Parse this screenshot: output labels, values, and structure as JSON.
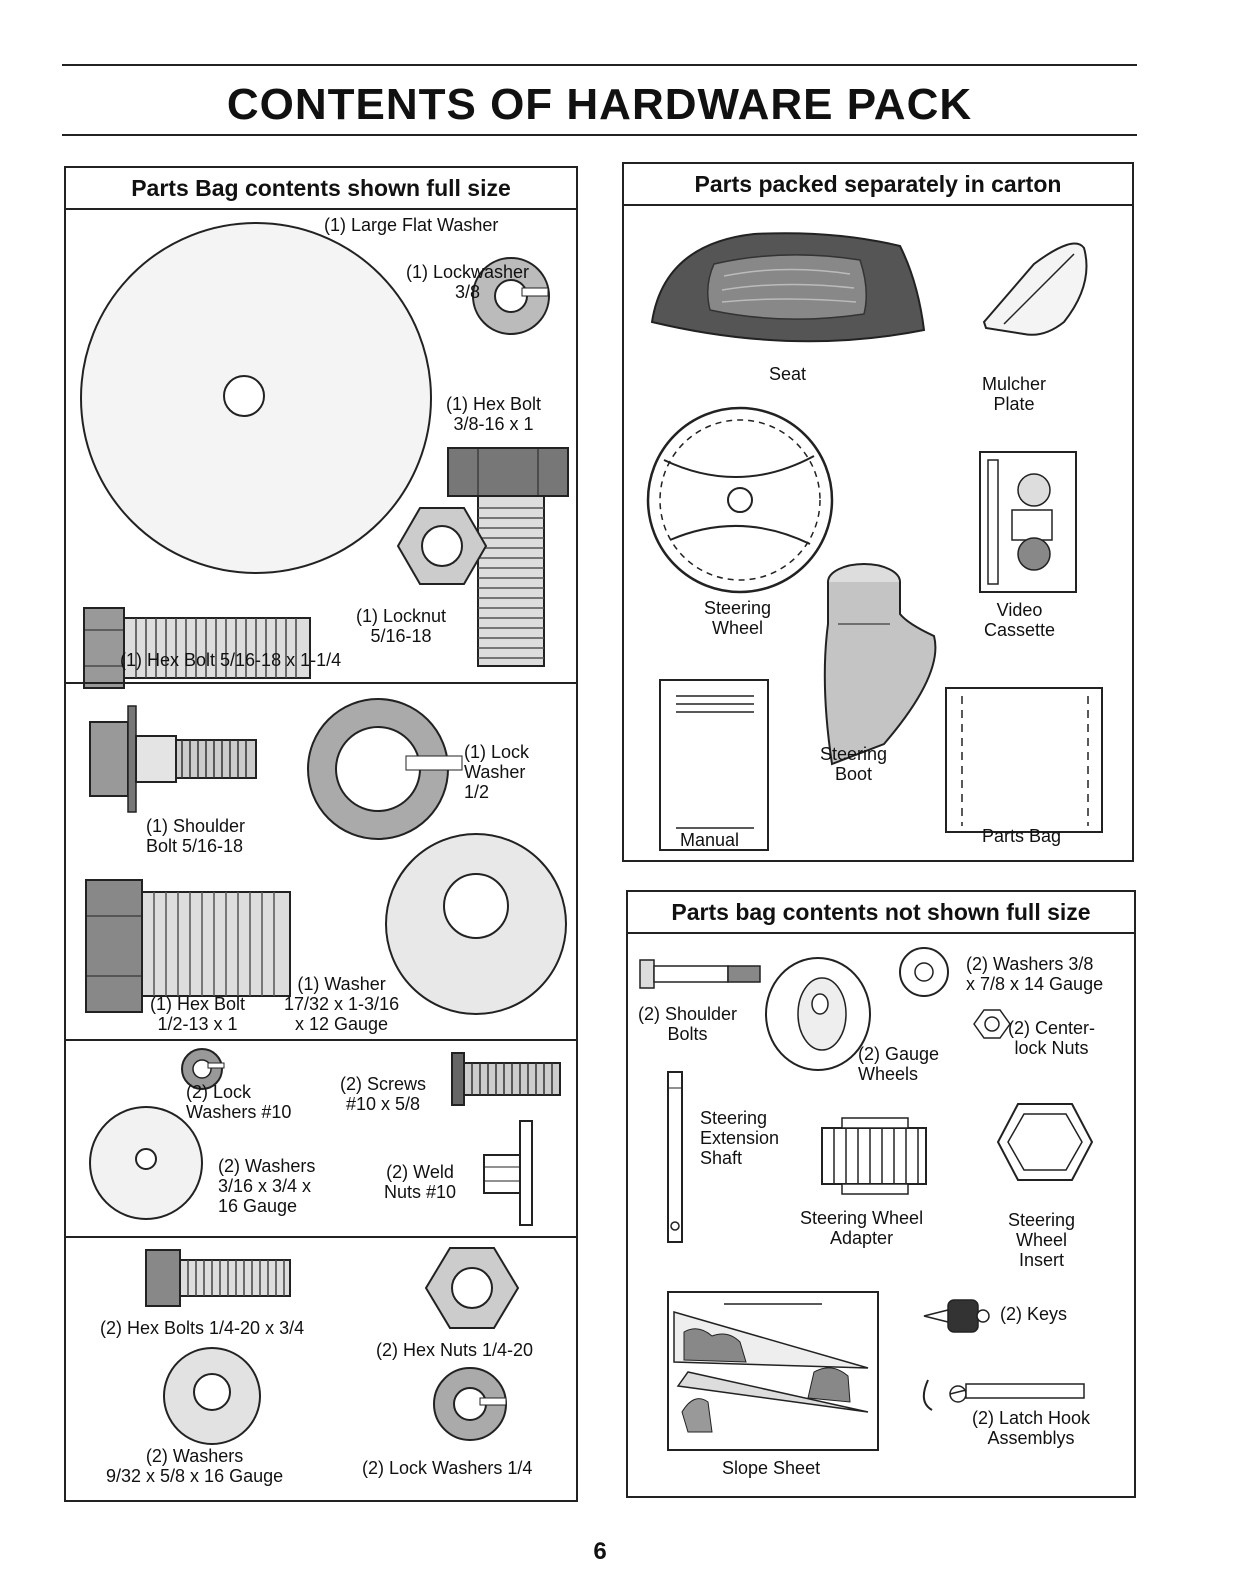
{
  "page": {
    "title": "CONTENTS OF HARDWARE PACK",
    "page_number": "6"
  },
  "left_panel": {
    "heading": "Parts Bag contents shown full size",
    "items": {
      "large_flat_washer": "(1) Large Flat Washer",
      "lockwasher_38": "(1) Lockwasher\n3/8",
      "hex_bolt_38": "(1) Hex Bolt\n3/8-16 x 1",
      "locknut": "(1) Locknut\n5/16-18",
      "hex_bolt_516": "(1) Hex Bolt  5/16-18 x 1-1/4",
      "lock_washer_12": "(1) Lock\nWasher\n1/2",
      "shoulder_bolt": "(1) Shoulder\nBolt  5/16-18",
      "hex_bolt_12": "(1) Hex Bolt\n1/2-13 x 1",
      "washer_17_32": "(1) Washer\n17/32 x 1-3/16\nx 12 Gauge",
      "lock_washers_10": "(2) Lock\nWashers  #10",
      "screws_10": "(2) Screws\n#10 x 5/8",
      "washers_316": "(2) Washers\n3/16 x 3/4 x\n16 Gauge",
      "weld_nuts": "(2) Weld\nNuts  #10",
      "hex_bolts_14": "(2) Hex Bolts  1/4-20 x 3/4",
      "hex_nuts_14": "(2) Hex Nuts  1/4-20",
      "washers_932": "(2) Washers\n9/32  x 5/8 x 16 Gauge",
      "lock_washers_14": "(2) Lock Washers  1/4"
    }
  },
  "carton_panel": {
    "heading": "Parts packed separately in carton",
    "items": {
      "seat": "Seat",
      "mulcher_plate": "Mulcher\nPlate",
      "steering_wheel": "Steering\nWheel",
      "video_cassette": "Video\nCassette",
      "steering_boot": "Steering\nBoot",
      "manual": "Manual",
      "parts_bag": "Parts Bag"
    }
  },
  "not_full_panel": {
    "heading": "Parts bag contents not shown full size",
    "items": {
      "washers_38": "(2) Washers  3/8\nx 7/8 x 14 Gauge",
      "shoulder_bolts": "(2) Shoulder\nBolts",
      "center_lock_nuts": "(2) Center-\nlock Nuts",
      "gauge_wheels": "(2) Gauge\nWheels",
      "steering_extension_shaft": "Steering\nExtension\nShaft",
      "steering_wheel_adapter": "Steering Wheel\nAdapter",
      "steering_wheel_insert": "Steering\nWheel\nInsert",
      "keys": "(2) Keys",
      "latch_hook": "(2) Latch Hook\nAssemblys",
      "slope_sheet": "Slope Sheet"
    }
  }
}
